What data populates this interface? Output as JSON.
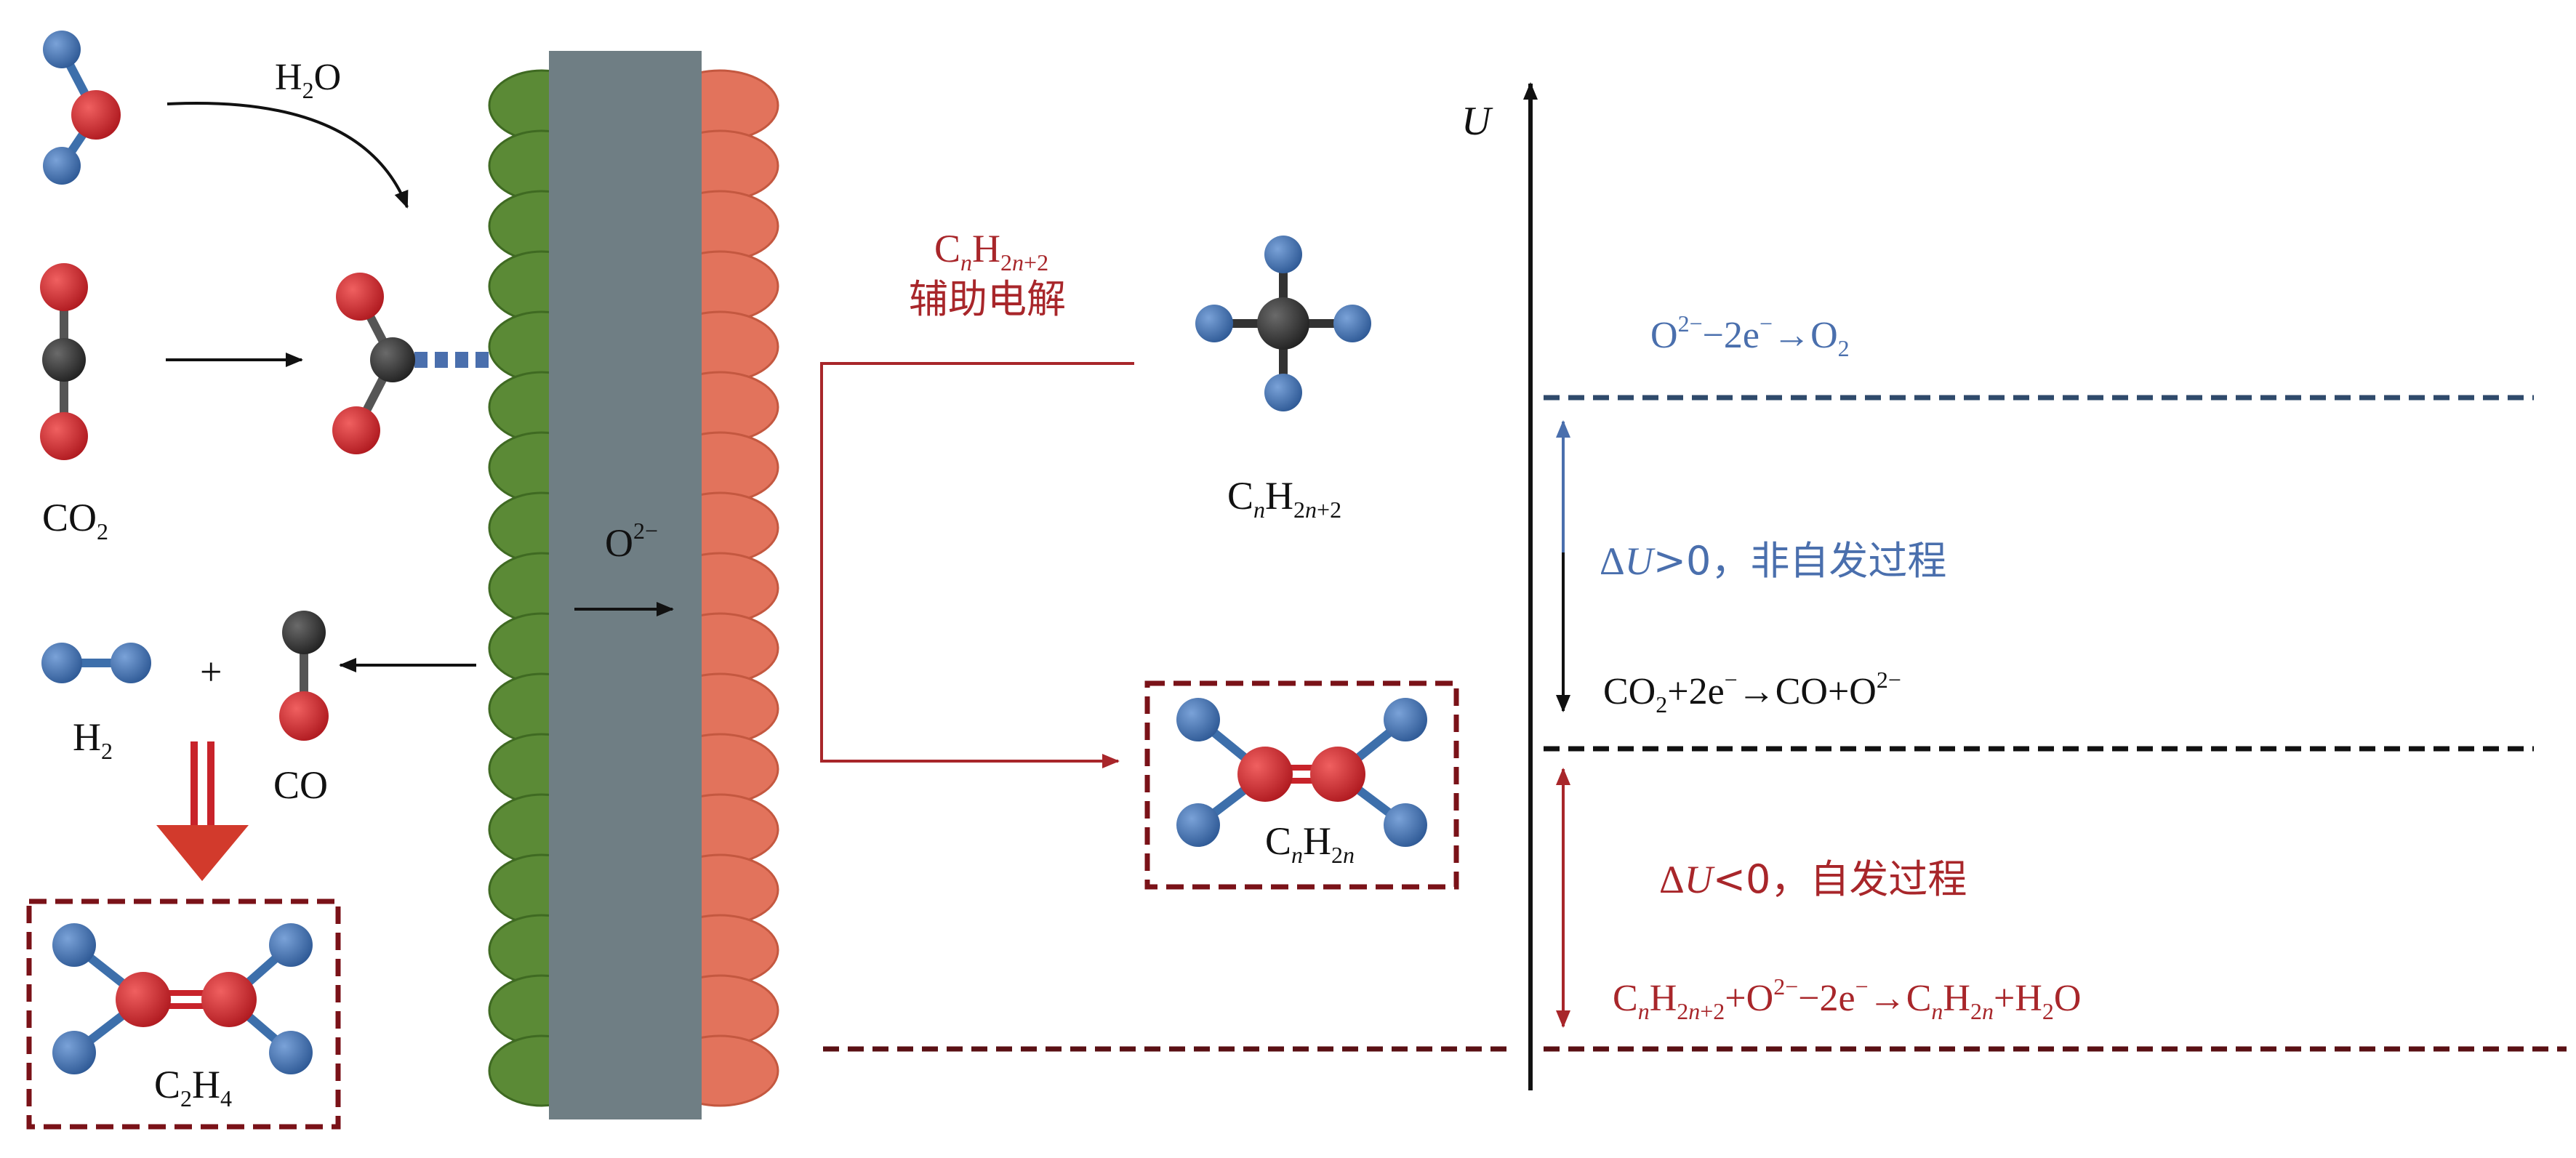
{
  "colors": {
    "red_text": "#a8262a",
    "blue_text": "#4a6fad",
    "black_text": "#111111",
    "electrolyte": "#6f7e84",
    "cathode_green": "#5b8a36",
    "anode_salmon": "#e2735c",
    "atom_red": "#c8232a",
    "atom_blue": "#3d6fab",
    "atom_dark": "#3a3a3a"
  },
  "labels": {
    "h2o": {
      "base": "H",
      "sub": "2",
      "tail": "O"
    },
    "co2": {
      "base": "CO",
      "sub": "2"
    },
    "h2": {
      "base": "H",
      "sub": "2"
    },
    "plus": "+",
    "co": "CO",
    "c2h4": {
      "c": "C",
      "sub1": "2",
      "h": "H",
      "sub2": "4"
    },
    "o2_ion": {
      "base": "O",
      "sup": "2−"
    },
    "alkane_title": {
      "c": "C",
      "n": "n",
      "h": "H",
      "sub": "2",
      "n2": "n",
      "plus2": "+2"
    },
    "assist_text": "辅助电解",
    "alkane_mol": {
      "c": "C",
      "n": "n",
      "h": "H",
      "sub": "2",
      "n2": "n",
      "plus2": "+2"
    },
    "alkene_mol": {
      "c": "C",
      "n": "n",
      "h": "H",
      "sub": "2",
      "n2": "n"
    },
    "axis_u": "U",
    "eq_oxygen": {
      "o": "O",
      "sup1": "2−",
      "mid": "−2e",
      "sup2": "−",
      "arrow": "→O",
      "sub": "2"
    },
    "delta_pos": {
      "delta": "Δ",
      "u": "U",
      "rest": ">0，非自发过程"
    },
    "eq_co2": {
      "co": "CO",
      "sub": "2",
      "mid": "+2e",
      "sup1": "−",
      "arrow": "→CO+O",
      "sup2": "2−"
    },
    "delta_neg": {
      "delta": "Δ",
      "u": "U",
      "rest": "<0，自发过程"
    },
    "eq_alkane": {
      "c": "C",
      "n": "n",
      "h": "H",
      "sub": "2",
      "n2": "n",
      "plus2": "+2",
      "mid": "+O",
      "sup1": "2−",
      "mid2": "−2e",
      "sup2": "−",
      "arrow": "→C",
      "n3": "n",
      "h2": "H",
      "sub3": "2",
      "n4": "n",
      "tail": "+H",
      "sub4": "2",
      "tail2": "O"
    }
  }
}
